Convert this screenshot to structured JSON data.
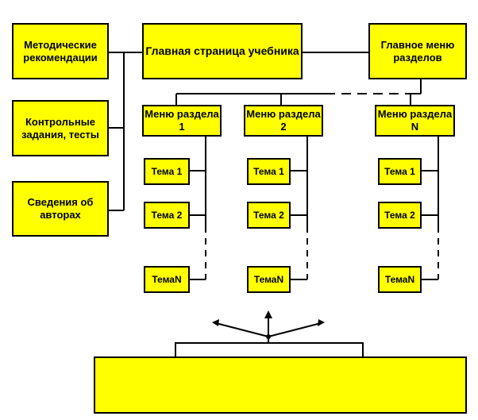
{
  "colors": {
    "box_fill": "#ffff00",
    "line": "#000000",
    "background": "#ffffff"
  },
  "nodes": {
    "methodical": "Методические рекомендации",
    "main_page": "Главная страница учебника",
    "main_menu": "Главное меню разделов",
    "tests": "Контрольные задания, тесты",
    "authors": "Сведения об авторах",
    "menu1": "Меню раздела 1",
    "menu2": "Меню раздела 2",
    "menuN": "Меню раздела N",
    "topic1": "Тема 1",
    "topic2": "Тема 2",
    "topicN": "ТемаN"
  }
}
